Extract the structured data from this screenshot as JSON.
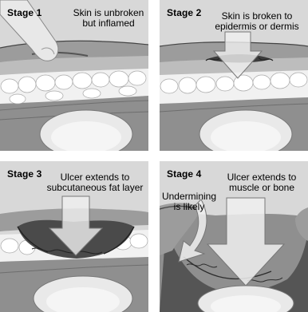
{
  "panels": [
    {
      "stage": "Stage 1",
      "description": [
        "Skin is unbroken",
        "but inflamed"
      ]
    },
    {
      "stage": "Stage 2",
      "description": [
        "Skin is broken to",
        "epidermis or dermis"
      ]
    },
    {
      "stage": "Stage 3",
      "description": [
        "Ulcer extends to",
        "subcutaneous fat layer"
      ]
    },
    {
      "stage": "Stage 4",
      "description": [
        "Ulcer extends to",
        "muscle or bone"
      ],
      "note": [
        "Undermining",
        "is likely"
      ]
    }
  ]
}
